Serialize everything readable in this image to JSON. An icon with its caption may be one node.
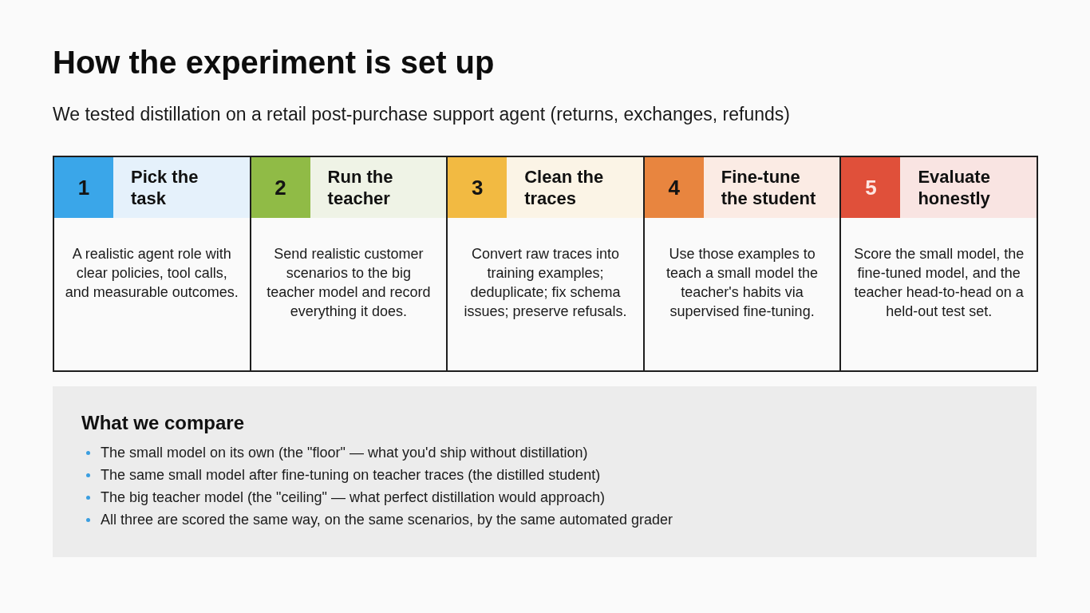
{
  "diagram": {
    "title": "How the experiment is set up",
    "nodes": [
      {
        "text": [
          "Pick the task",
          "A realistic agent role with clear policies, tool calls, and measurable outcomes."
        ]
      },
      {
        "text": [
          "1"
        ],
        "in": 0
      },
      {
        "text": [
          "Run the teacher",
          "Send realistic customer scenarios to the big teacher model and record everything it does."
        ]
      },
      {
        "text": [
          "2"
        ],
        "in": 2
      },
      {
        "text": [
          "Clean the traces",
          "Convert raw traces into training examples; deduplicate; fix schema issues; preserve refusals."
        ]
      },
      {
        "text": [
          "3"
        ],
        "in": 4
      },
      {
        "text": [
          "Fine-tune the student",
          "Use those examples to teach a small model the teacher's habits via supervised fine-tuning."
        ]
      },
      {
        "text": [
          "4"
        ],
        "in": 6
      },
      {
        "text": [
          "Evaluate honestly",
          "Score the small model, the fine-tuned model, and the teacher head-to-head on a held-out test set."
        ]
      },
      {
        "text": [
          "5"
        ],
        "in": 8
      },
      {
        "text": [
          "What we compare",
          "The small model on its own (the \"floor\" — what you'd ship without distillation)",
          "The same small model after fine-tuning on teacher traces (the distilled student)",
          "The big teacher model (the \"ceiling\" — what perfect distillation would approach)",
          "All three are scored the same way, on the same scenarios, by the same automated grader"
        ]
      }
    ],
    "labels": [
      "We tested distillation on a retail post-purchase support agent (returns, exchanges, refunds)"
    ]
  }
}
